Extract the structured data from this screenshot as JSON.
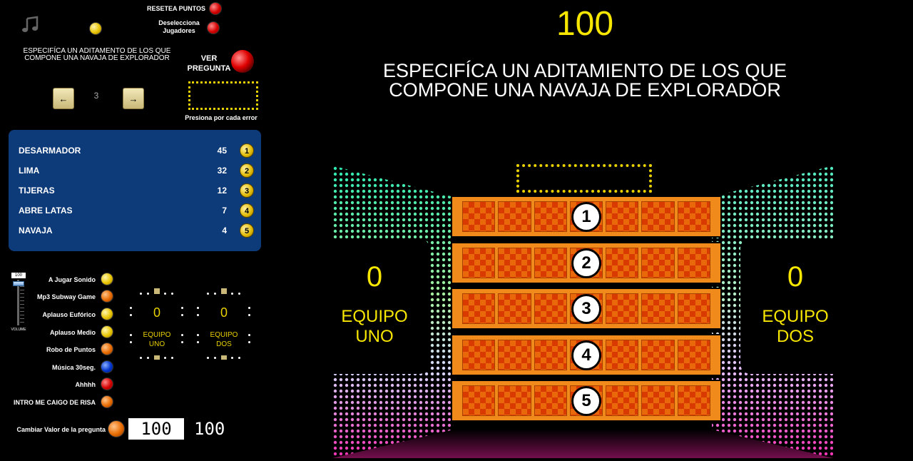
{
  "controls": {
    "reset_points": "RESETEA PUNTOS",
    "deselect_players": "Deselecciona Jugadores",
    "question_small": "ESPECIFÍCA UN ADITAMENTO DE LOS QUE COMPONE UNA NAVAJA DE EXPLORADOR",
    "view_question": "VER PREGUNTA",
    "question_number": "3",
    "press_each_error": "Presiona por cada error",
    "music_icon": "music-note-icon"
  },
  "answers": [
    {
      "text": "DESARMADOR",
      "points": "45",
      "num": "1"
    },
    {
      "text": "LIMA",
      "points": "32",
      "num": "2"
    },
    {
      "text": "TIJERAS",
      "points": "12",
      "num": "3"
    },
    {
      "text": "ABRE LATAS",
      "points": "7",
      "num": "4"
    },
    {
      "text": "NAVAJA",
      "points": "4",
      "num": "5"
    }
  ],
  "volume": {
    "value": "100",
    "label": "VOLUME"
  },
  "sounds": [
    {
      "label": "A Jugar Sonido",
      "color": "yellow"
    },
    {
      "label": "Mp3 Subway Game",
      "color": "orange"
    },
    {
      "label": "Aplauso Eufórico",
      "color": "yellow"
    },
    {
      "label": "Aplauso Medio",
      "color": "yellow"
    },
    {
      "label": "Robo de Puntos",
      "color": "orange"
    },
    {
      "label": "Música 30seg.",
      "color": "blue"
    },
    {
      "label": "Ahhhh",
      "color": "red"
    },
    {
      "label": "INTRO  ME CAIGO DE RISA",
      "color": "orange"
    }
  ],
  "mini_teams": [
    {
      "score": "0",
      "name": "EQUIPO UNO"
    },
    {
      "score": "0",
      "name": "EQUIPO DOS"
    }
  ],
  "question_value": {
    "label": "Cambiar Valor de la pregunta",
    "input_value": "100",
    "display_value": "100"
  },
  "board": {
    "score": "100",
    "question": "ESPECIFÍCA UN ADITAMIENTO DE LOS QUE COMPONE UNA NAVAJA DE EXPLORADOR",
    "rows": [
      "1",
      "2",
      "3",
      "4",
      "5"
    ],
    "team_one": {
      "score": "0",
      "name": "EQUIPO UNO"
    },
    "team_two": {
      "score": "0",
      "name": "EQUIPO DOS"
    }
  },
  "colors": {
    "accent": "#f7e600",
    "panel": "#0d3a78",
    "tile": "#f08a1a"
  }
}
